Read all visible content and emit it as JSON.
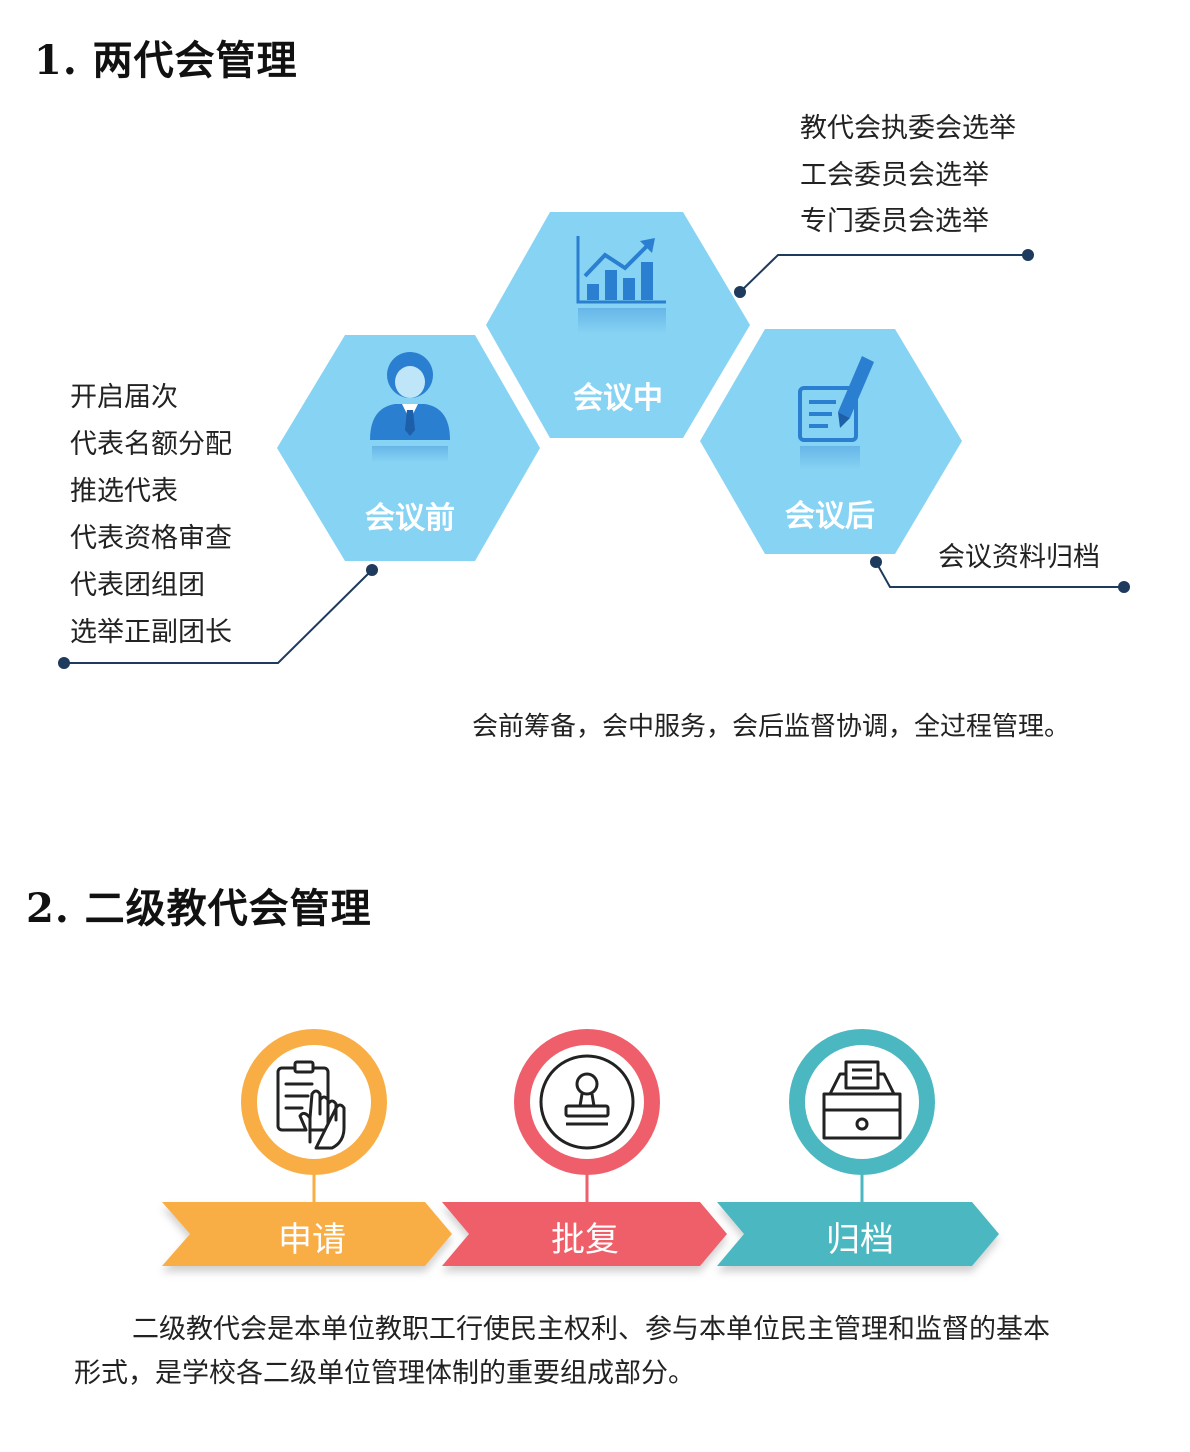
{
  "section1": {
    "title": "1. 两代会管理",
    "hexes": {
      "before": {
        "label": "会议前",
        "icon": "businessman-icon"
      },
      "during": {
        "label": "会议中",
        "icon": "growth-chart-icon"
      },
      "after": {
        "label": "会议后",
        "icon": "pen-document-icon"
      }
    },
    "left_list": [
      "开启届次",
      "代表名额分配",
      "推选代表",
      "代表资格审查",
      "代表团组团",
      "选举正副团长"
    ],
    "right_top_list": [
      "教代会执委会选举",
      "工会委员会选举",
      "专门委员会选举"
    ],
    "right_bottom_list": [
      "会议资料归档"
    ],
    "summary": "会前筹备，会中服务，会后监督协调，全过程管理。"
  },
  "section2": {
    "title": "2. 二级教代会管理",
    "steps": [
      {
        "label": "申请",
        "color": "#f9ae45",
        "icon": "application-hand-icon"
      },
      {
        "label": "批复",
        "color": "#ef5f6b",
        "icon": "stamp-icon"
      },
      {
        "label": "归档",
        "color": "#4bb8c1",
        "icon": "archive-drawer-icon"
      }
    ],
    "description_line1": "二级教代会是本单位教职工行使民主权利、参与本单位民主管理和监督的基本",
    "description_line2": "形式，是学校各二级单位管理体制的重要组成部分。"
  },
  "colors": {
    "hex_fill": "#87d3f4",
    "icon_blue": "#2a7fd0",
    "connector": "#1e3a5c"
  }
}
